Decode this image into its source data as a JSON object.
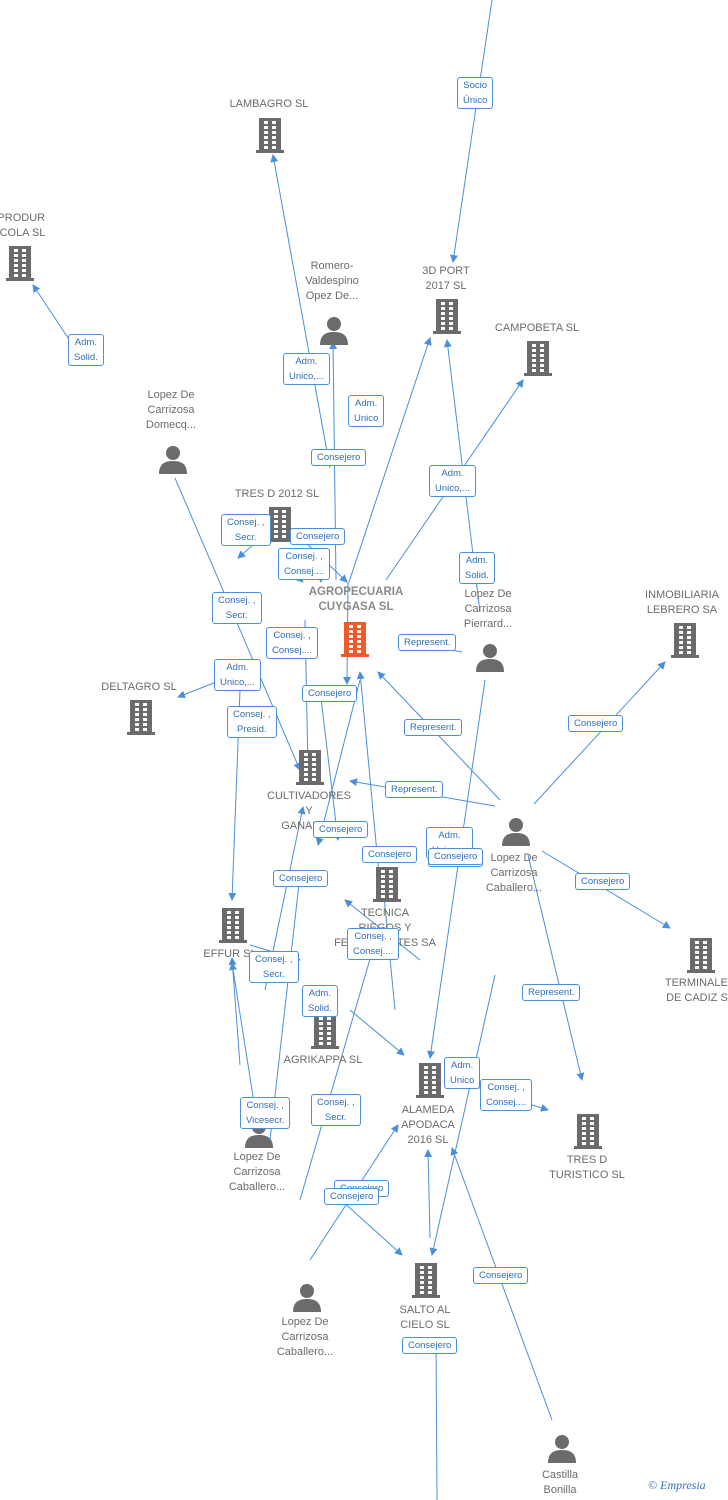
{
  "colors": {
    "edge": "#4a8fd8",
    "company": "#6b6b6b",
    "focus": "#f05a28",
    "person": "#6b6b6b"
  },
  "nodes": [
    {
      "id": "agropecuaria",
      "type": "company",
      "focus": true,
      "label": "AGROPECUARIA\nCUYGASA  SL"
    },
    {
      "id": "lambagro",
      "type": "company",
      "label": "LAMBAGRO  SL"
    },
    {
      "id": "oprodur",
      "type": "company",
      "label": "OPRODUR\nRICOLA SL"
    },
    {
      "id": "3dport",
      "type": "company",
      "label": "3D PORT\n2017  SL"
    },
    {
      "id": "campobeta",
      "type": "company",
      "label": "CAMPOBETA  SL"
    },
    {
      "id": "tresd2012",
      "type": "company",
      "label": "TRES D 2012  SL"
    },
    {
      "id": "inmobiliaria",
      "type": "company",
      "label": "INMOBILIARIA\nLEBRERO SA"
    },
    {
      "id": "deltagro",
      "type": "company",
      "label": "DELTAGRO  SL"
    },
    {
      "id": "cultivadores",
      "type": "company",
      "label": "CULTIVADORES\nY\nGANADE..."
    },
    {
      "id": "tecnica",
      "type": "company",
      "label": "TECNICA\nRIEGOS Y\nFERTILIZANTES SA"
    },
    {
      "id": "effur",
      "type": "company",
      "label": "EFFUR SL"
    },
    {
      "id": "terminales",
      "type": "company",
      "label": "TERMINALES\nDE CADIZ SL"
    },
    {
      "id": "agrikappa",
      "type": "company",
      "label": "AGRIKAPPA  SL"
    },
    {
      "id": "alameda",
      "type": "company",
      "label": "ALAMEDA\nAPODACA\n2016  SL"
    },
    {
      "id": "tresdturistico",
      "type": "company",
      "label": "TRES D\nTURISTICO  SL"
    },
    {
      "id": "saltoalcielo",
      "type": "company",
      "label": "SALTO AL\nCIELO  SL"
    },
    {
      "id": "romero",
      "type": "person",
      "label": "Romero-\nValdespino\nOpez De..."
    },
    {
      "id": "lopezdomecq",
      "type": "person",
      "label": "Lopez De\nCarrizosa\nDomecq..."
    },
    {
      "id": "lopezpierrard",
      "type": "person",
      "label": "Lopez De\nCarrizosa\nPierrard..."
    },
    {
      "id": "lopezcab1",
      "type": "person",
      "label": "Lopez De\nCarrizosa\nCaballero..."
    },
    {
      "id": "lopezcab2",
      "type": "person",
      "label": "Lopez De\nCarrizosa\nCaballero..."
    },
    {
      "id": "lopezcab3",
      "type": "person",
      "label": "Lopez De\nCarrizosa\nCaballero..."
    },
    {
      "id": "castilla",
      "type": "person",
      "label": "Castilla\nBonilla"
    }
  ],
  "edge_labels": [
    "Socio\nÚnico",
    "Adm.\nSolid.",
    "Adm.\nUnico,...",
    "Adm.\nUnico",
    "Consejero",
    "Adm.\nUnico,...",
    "Consej. ,\nSecr.",
    "Consejero",
    "Consej. ,\nConsej....",
    "Adm.\nSolid.",
    "Consej. ,\nSecr.",
    "Represent.",
    "Consej. ,\nConsej....",
    "Adm.\nUnico,...",
    "Consejero",
    "Consej. ,\nPresid.",
    "Represent.",
    "Consejero",
    "Represent.",
    "Consejero",
    "Adm.\nUnico,...",
    "Consejero",
    "Consejero",
    "Consejero",
    "Consejero",
    "Consejero",
    "Consej. ,\nConsej....",
    "Consej. ,\nSecr.",
    "Represent.",
    "Adm.\nSolid.",
    "Adm.\nUnico",
    "Consej. ,\nConsej....",
    "Consej. ,\nVicesecr.",
    "Consej. ,\nSecr.",
    "Consejero",
    "Consejero"
  ],
  "brand": {
    "symbol": "©",
    "name": "Empresia"
  }
}
